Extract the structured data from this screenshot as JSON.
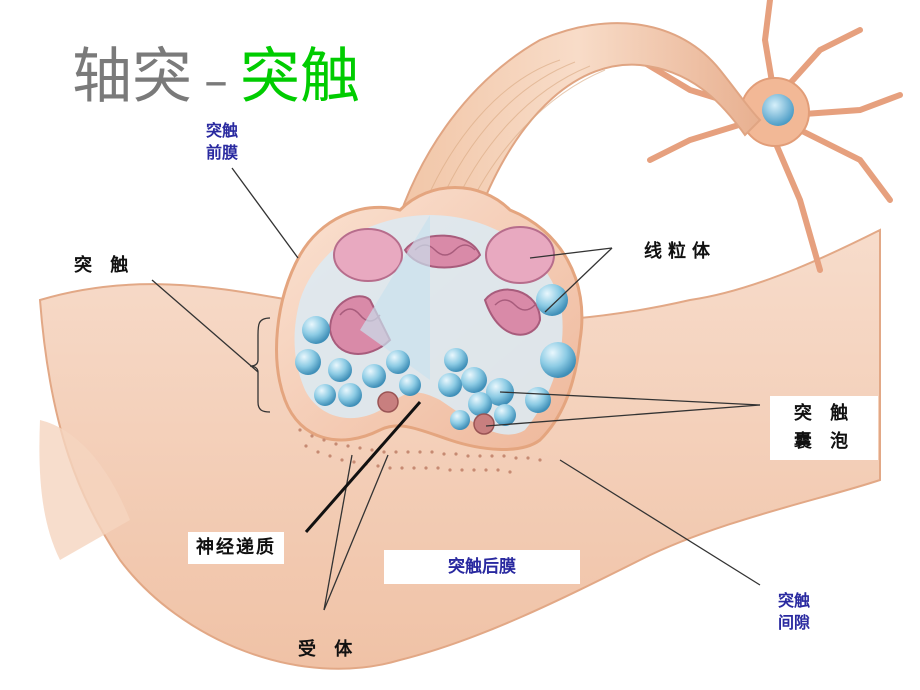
{
  "title": {
    "part1": "轴突",
    "dash": "–",
    "part2": "突触"
  },
  "labels": {
    "presynaptic": [
      "突触",
      "前膜"
    ],
    "synapse": "突 触",
    "mitochondria": "线粒体",
    "vesicle": [
      "突 触",
      "囊 泡"
    ],
    "neurotransmitter": "神经递质",
    "postsynaptic": "突触后膜",
    "cleft": [
      "突触",
      "间隙"
    ],
    "receptor": "受 体"
  },
  "colors": {
    "title_grey": "#7a7a7a",
    "title_green": "#00cc00",
    "label_blue": "#2a2aa0",
    "tissue": "#f3c9ad",
    "vesicle": "#7cc0dc",
    "mitochondria": "#d88aa8"
  }
}
